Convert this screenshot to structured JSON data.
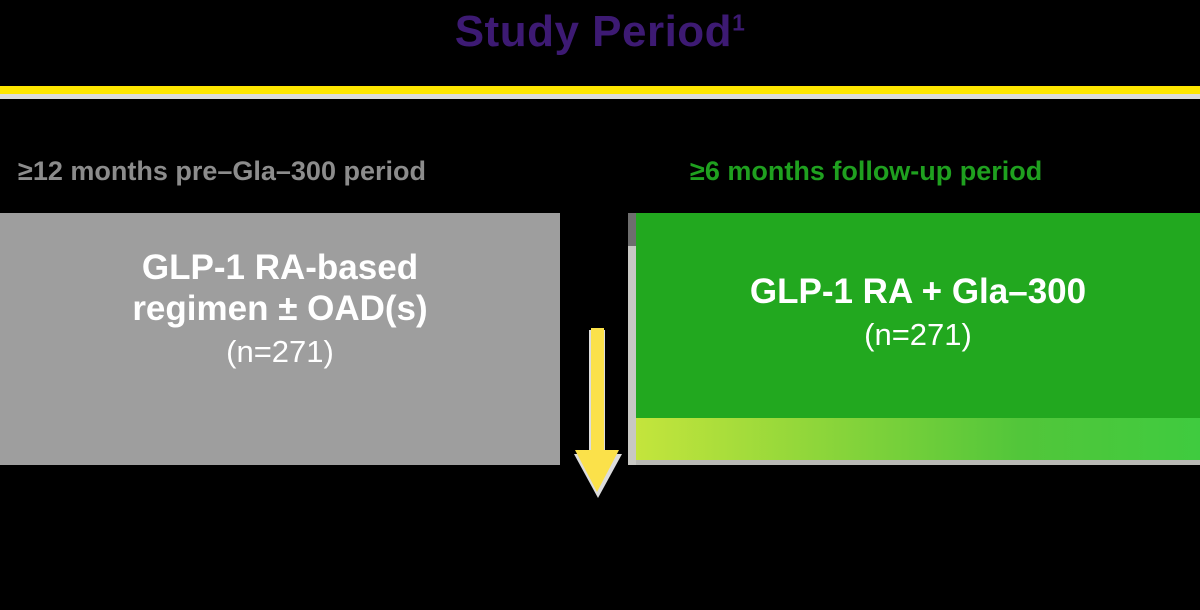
{
  "title": {
    "text": "Study Period",
    "footnote_marker": "1",
    "color": "#3d1a73"
  },
  "divider": {
    "color": "#fee600",
    "shadow_color": "#dcdcdc"
  },
  "periods": {
    "pre": {
      "label": "≥12 months pre–Gla–300 period",
      "label_color": "#8c8c8c",
      "box_color": "#9e9e9e",
      "treatment": "GLP-1 RA-based\nregimen ± OAD(s)",
      "n_label": "(n=271)",
      "n_value": 271
    },
    "follow_up": {
      "label": "≥6 months follow-up period",
      "label_color": "#1fa01f",
      "box_color": "#22a81f",
      "treatment": "GLP-1 RA + Gla–300",
      "n_label": "(n=271)",
      "n_value": 271,
      "gradient_from": "#c4e53c",
      "gradient_to": "#3fcb3f"
    }
  },
  "arrow": {
    "direction": "down",
    "color": "#fbe14a"
  }
}
